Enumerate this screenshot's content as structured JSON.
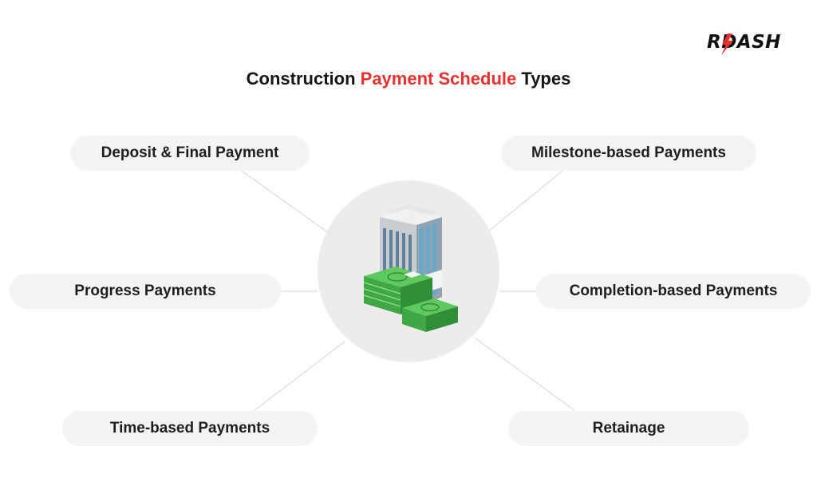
{
  "brand": {
    "logo_text": "R/DASH",
    "logo_alt": "RDASH"
  },
  "title": {
    "prefix": "Construction ",
    "highlight": "Payment Schedule",
    "suffix": " Types"
  },
  "items": [
    {
      "label": "Deposit & Final Payment"
    },
    {
      "label": "Milestone-based Payments"
    },
    {
      "label": "Progress Payments"
    },
    {
      "label": "Completion-based Payments"
    },
    {
      "label": "Time-based Payments"
    },
    {
      "label": "Retainage"
    }
  ],
  "center_icon": "building-with-money-icon",
  "colors": {
    "accent": "#e8312f",
    "money": "#4cbb4f",
    "pill_bg": "#f4f4f4",
    "circle_bg": "#ececec"
  }
}
